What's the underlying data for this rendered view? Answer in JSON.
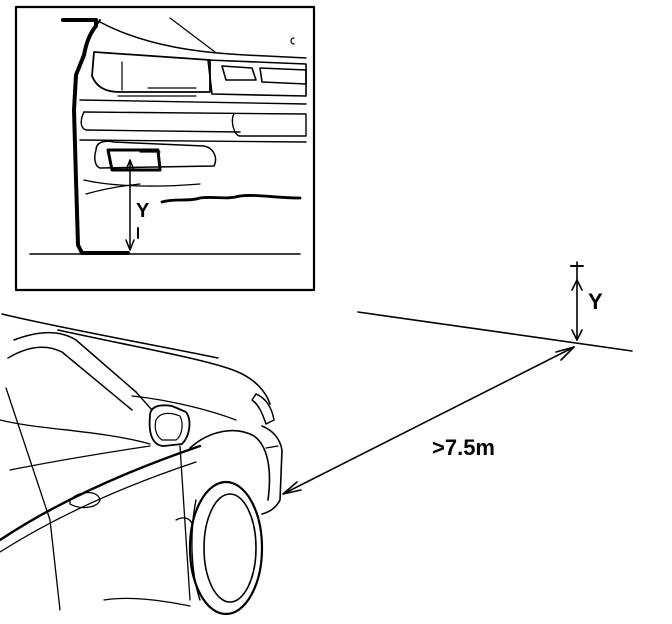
{
  "diagram": {
    "inset_label": "Y",
    "height_label": "Y",
    "distance_label": ">7.5m",
    "ink_color": "#000000",
    "paper_color": "#ffffff"
  }
}
